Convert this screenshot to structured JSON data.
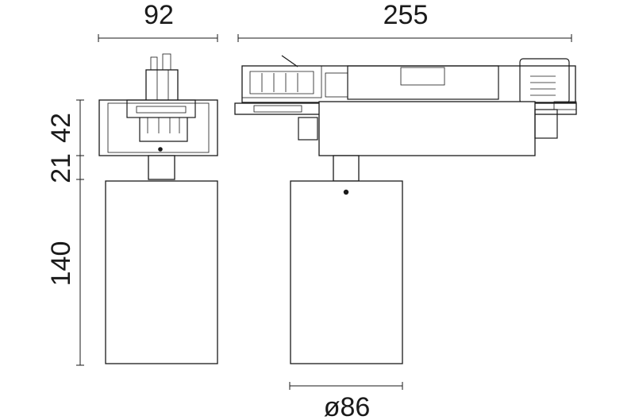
{
  "dimensions": {
    "width_front": "92",
    "length_side": "255",
    "height_adapter": "42",
    "height_stem": "21",
    "height_body": "140",
    "diameter": "ø86"
  }
}
